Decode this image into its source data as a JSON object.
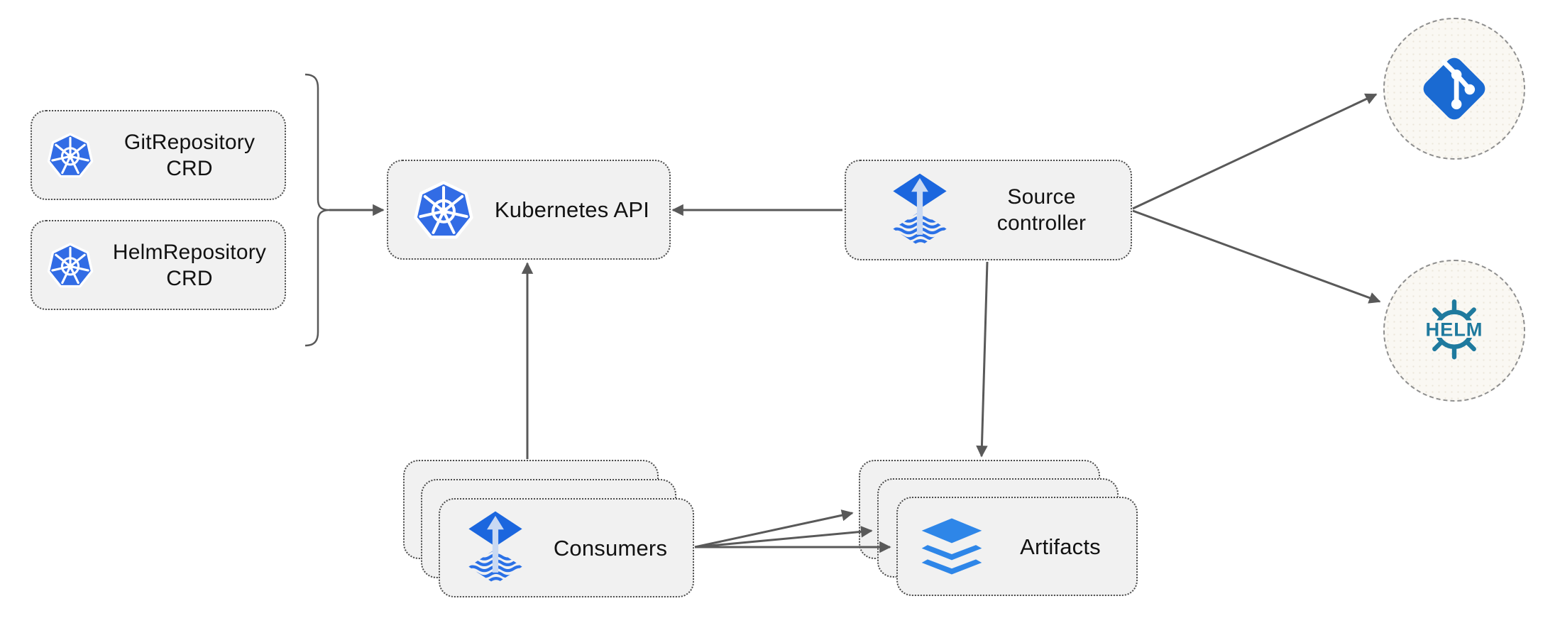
{
  "diagram": {
    "description": "Flux source-controller architecture diagram",
    "nodes": {
      "git_repository_crd": {
        "label": [
          "GitRepository",
          "CRD"
        ],
        "icon": "kubernetes-icon"
      },
      "helm_repository_crd": {
        "label": [
          "HelmRepository",
          "CRD"
        ],
        "icon": "kubernetes-icon"
      },
      "kubernetes_api": {
        "label": "Kubernetes API",
        "icon": "kubernetes-icon"
      },
      "source_controller": {
        "label": [
          "Source",
          "controller"
        ],
        "icon": "flux-icon"
      },
      "consumers": {
        "label": "Consumers",
        "icon": "flux-icon",
        "stacked_cards": 3
      },
      "artifacts": {
        "label": "Artifacts",
        "icon": "layers-icon",
        "stacked_cards": 3
      },
      "git": {
        "icon": "git-icon"
      },
      "helm": {
        "icon": "helm-icon",
        "label": "HELM"
      }
    },
    "edges": [
      {
        "from": "crd-group-bracket",
        "to": "kubernetes_api",
        "arrow": true
      },
      {
        "from": "source_controller",
        "to": "kubernetes_api",
        "arrow": true
      },
      {
        "from": "consumers",
        "to": "kubernetes_api",
        "arrow": true
      },
      {
        "from": "source_controller",
        "to": "artifacts",
        "arrow": true
      },
      {
        "from": "source_controller",
        "to": "git",
        "arrow": true
      },
      {
        "from": "source_controller",
        "to": "helm",
        "arrow": true
      },
      {
        "from": "consumers",
        "to": "artifacts",
        "arrow": true,
        "count": 3
      }
    ],
    "colors": {
      "background": "#FFFFFF",
      "node_fill": "#F1F1F1",
      "node_border": "#4B4B4B",
      "endpoint_fill": "#FAF8F3",
      "endpoint_border": "#8F8F8F",
      "edge": "#595959",
      "text": "#121212",
      "kubernetes_blue": "#326CE5",
      "flux_blue": "#1B66DE",
      "flux_arrow_light": "#C9D9F3",
      "layers_blue": "#2E86E8",
      "git_blue": "#1A6AD2",
      "helm_teal": "#1F7A9E"
    }
  }
}
